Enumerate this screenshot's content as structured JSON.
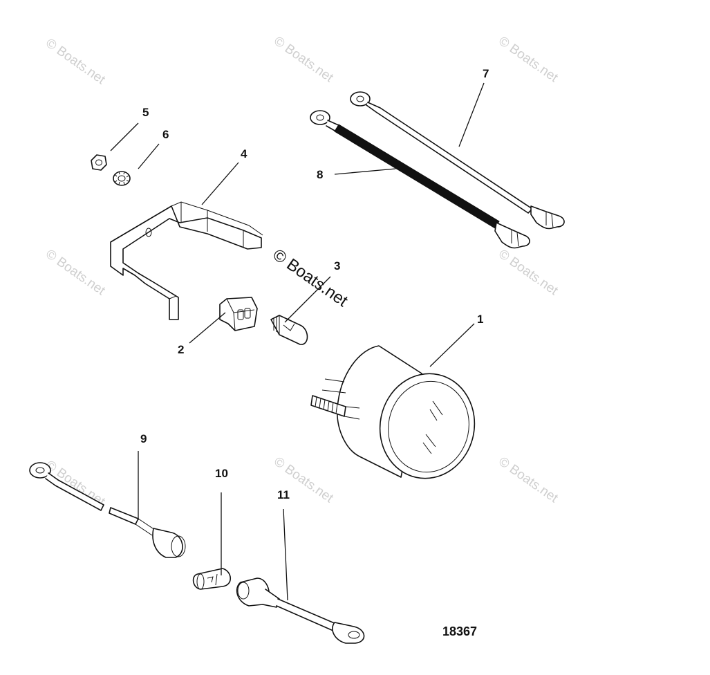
{
  "watermark": {
    "text": "© Boats.net"
  },
  "figure_id": "18367",
  "callouts": [
    {
      "id": "c1",
      "label": "1"
    },
    {
      "id": "c2",
      "label": "2"
    },
    {
      "id": "c3",
      "label": "3"
    },
    {
      "id": "c4",
      "label": "4"
    },
    {
      "id": "c5",
      "label": "5"
    },
    {
      "id": "c6",
      "label": "6"
    },
    {
      "id": "c7",
      "label": "7"
    },
    {
      "id": "c8",
      "label": "8"
    },
    {
      "id": "c9",
      "label": "9"
    },
    {
      "id": "c10",
      "label": "10"
    },
    {
      "id": "c11",
      "label": "11"
    }
  ]
}
